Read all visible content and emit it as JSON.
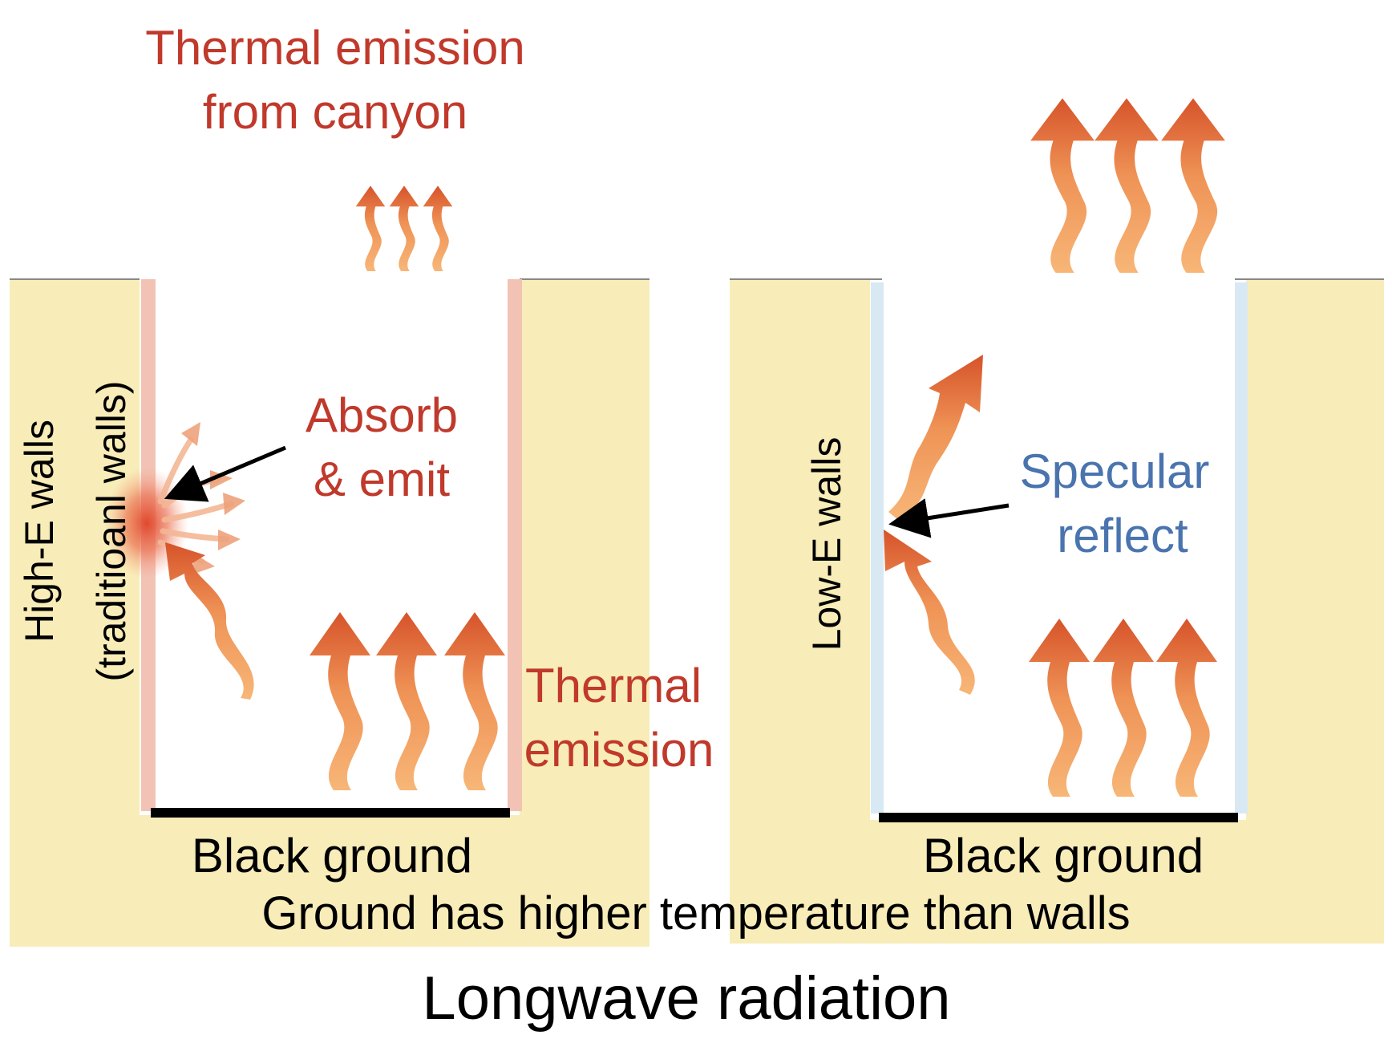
{
  "colors": {
    "soil": "#f8ecb8",
    "high_e_wall": "#f2c3b4",
    "low_e_wall": "#d9e9f3",
    "ground_line": "#000000",
    "red_text": "#c0392b",
    "blue_text": "#4a74ae",
    "black_text": "#000000",
    "arrow_dark": "#d6532a",
    "arrow_light": "#f6b071",
    "hotspot": "#e0492e"
  },
  "left_panel": {
    "top_label_line1": "Thermal emission",
    "top_label_line2": "from canyon",
    "wall_label_line1": "High-E walls",
    "wall_label_line2": "(traditioanl walls)",
    "annotation_line1": "Absorb",
    "annotation_line2": "& emit",
    "emission_line1": "Thermal",
    "emission_line2": "emission",
    "ground_label": "Black ground"
  },
  "right_panel": {
    "wall_label": "Low-E walls",
    "annotation_line1": "Specular",
    "annotation_line2": "reflect",
    "ground_label": "Black ground"
  },
  "shared_caption": "Ground has higher temperature than walls",
  "figure_title": "Longwave radiation",
  "icons": {
    "wavy_arrow": "wavy-heat-arrow-icon",
    "pointer_arrow": "black-pointer-arrow-icon",
    "hotspot": "wall-hotspot-glow"
  }
}
